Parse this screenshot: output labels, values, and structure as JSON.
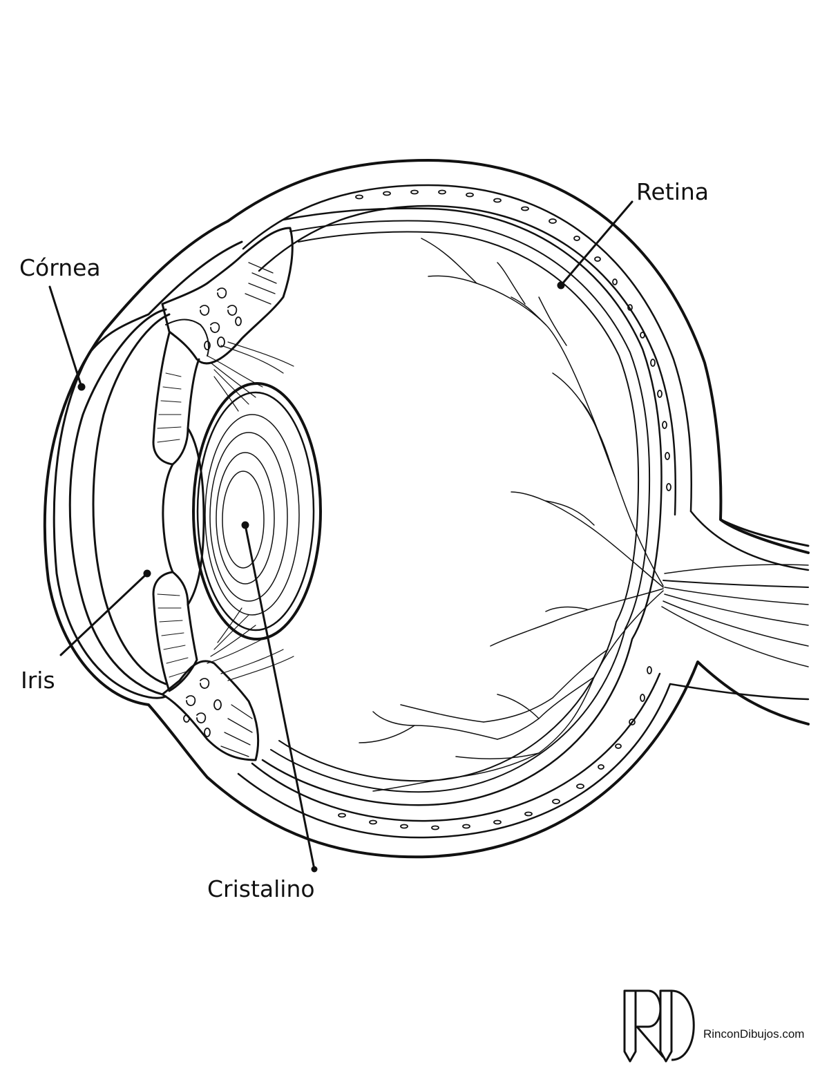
{
  "diagram": {
    "labels": {
      "cornea": "Córnea",
      "retina": "Retina",
      "iris": "Iris",
      "cristalino": "Cristalino"
    },
    "stroke_color": "#111111",
    "background_color": "#ffffff"
  },
  "watermark": {
    "logo": "RD",
    "site": "RinconDibujos.com"
  }
}
